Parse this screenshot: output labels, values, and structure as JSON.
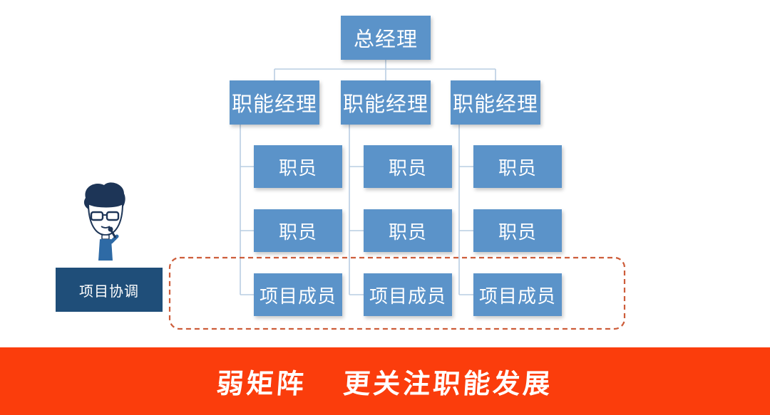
{
  "diagram": {
    "general_manager": "总经理",
    "functional_managers": [
      "职能经理",
      "职能经理",
      "职能经理"
    ],
    "staff_label": "职员",
    "project_member_label": "项目成员",
    "coordinator_label": "项目协调"
  },
  "banner": {
    "text": "弱矩阵   更关注职能发展"
  },
  "colors": {
    "node_fill": "#5b93c9",
    "coordinator_fill": "#1f4e79",
    "connector": "#b9cde2",
    "dashed_outline": "#cd5d3a",
    "banner": "#fb3d0c"
  },
  "icons": {
    "presenter": "presenter-icon"
  }
}
